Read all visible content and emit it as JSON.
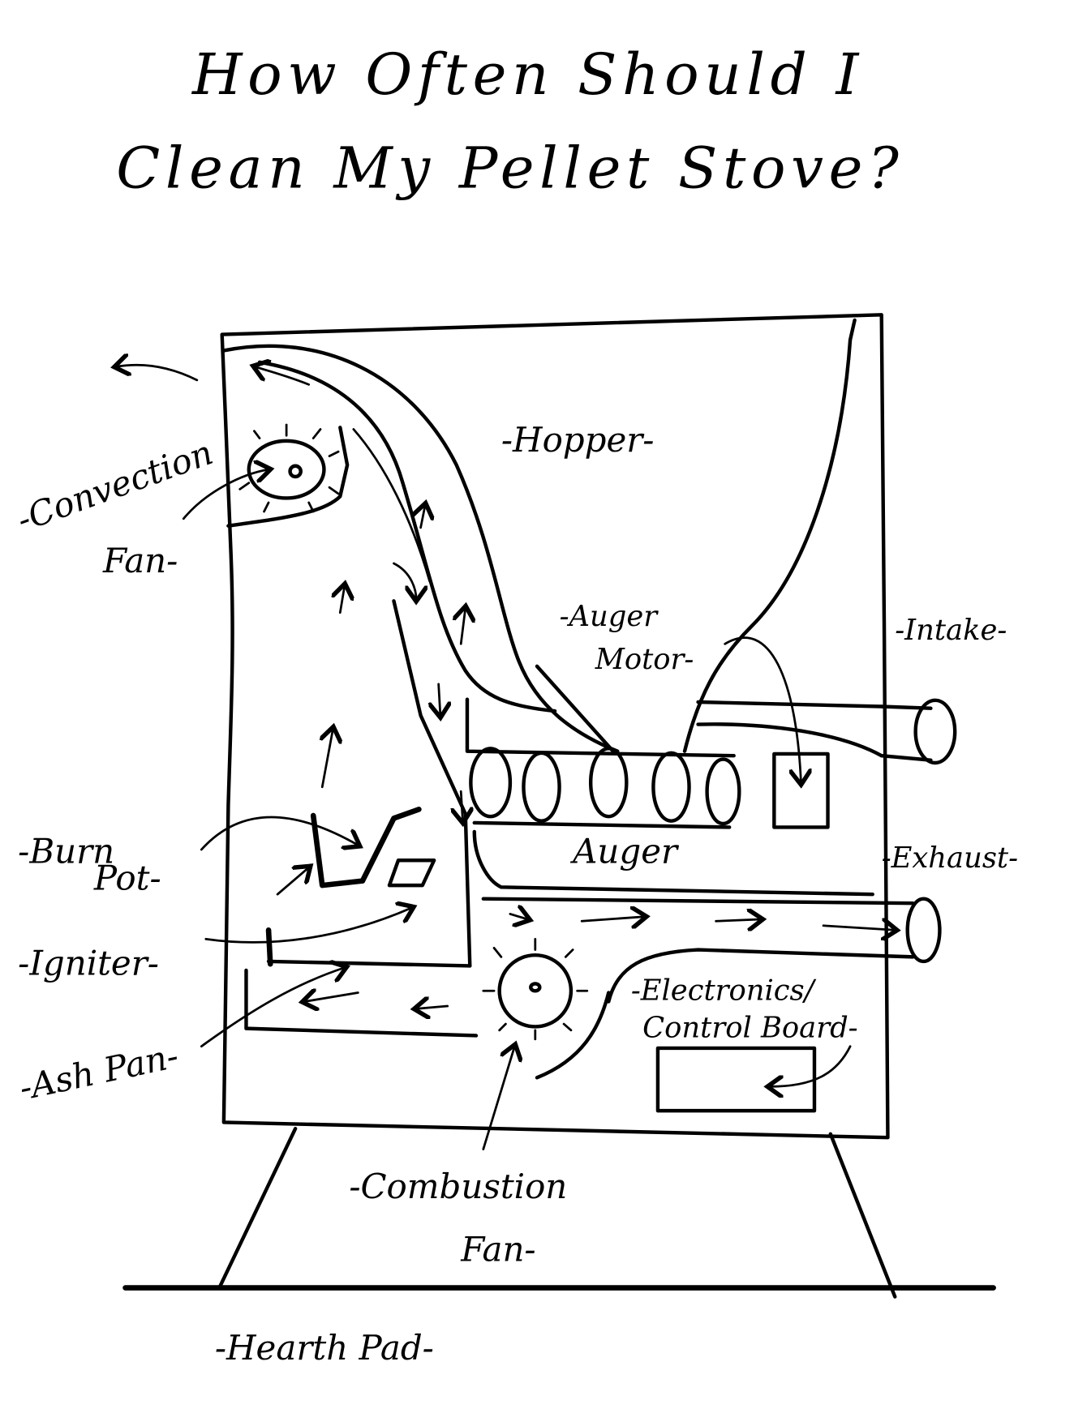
{
  "title": {
    "line1": "How Often Should I",
    "line2": "Clean My Pellet Stove?"
  },
  "labels": {
    "hopper": "-Hopper-",
    "convection_fan_1": "-Convection",
    "convection_fan_2": "Fan-",
    "auger_motor_1": "-Auger",
    "auger_motor_2": "Motor-",
    "intake": "-Intake-",
    "auger": "Auger",
    "exhaust": "-Exhaust-",
    "burn_pot_1": "-Burn",
    "burn_pot_2": "Pot-",
    "igniter": "-Igniter-",
    "electronics_1": "-Electronics/",
    "electronics_2": "Control Board-",
    "ash_pan": "-Ash Pan-",
    "combustion_fan_1": "-Combustion",
    "combustion_fan_2": "Fan-",
    "hearth_pad": "-Hearth Pad-"
  },
  "colors": {
    "ink": "#000000",
    "paper": "#ffffff"
  }
}
